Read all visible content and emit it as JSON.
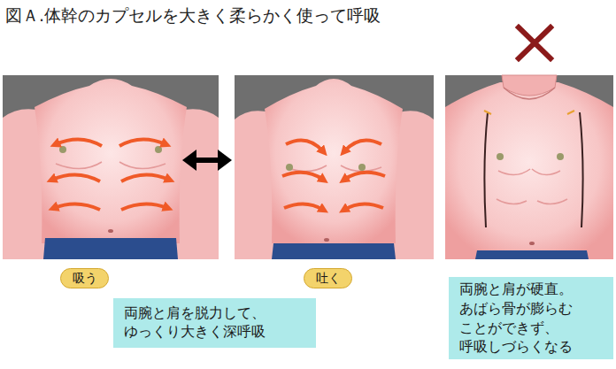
{
  "diagram": {
    "title": "図Ａ.体幹のカプセルを大きく柔らかく使って呼吸",
    "nodes": [
      {
        "text": [
          "吸う"
        ]
      },
      {
        "text": [
          "吐く"
        ]
      },
      {
        "text": [
          "両腕と肩を脱力して、 ゆっくり大きく深呼吸"
        ]
      },
      {
        "text": [
          "両腕と肩が硬直。 あばら骨が膨らむ ことができず、 呼吸しづらくなる"
        ]
      }
    ]
  }
}
